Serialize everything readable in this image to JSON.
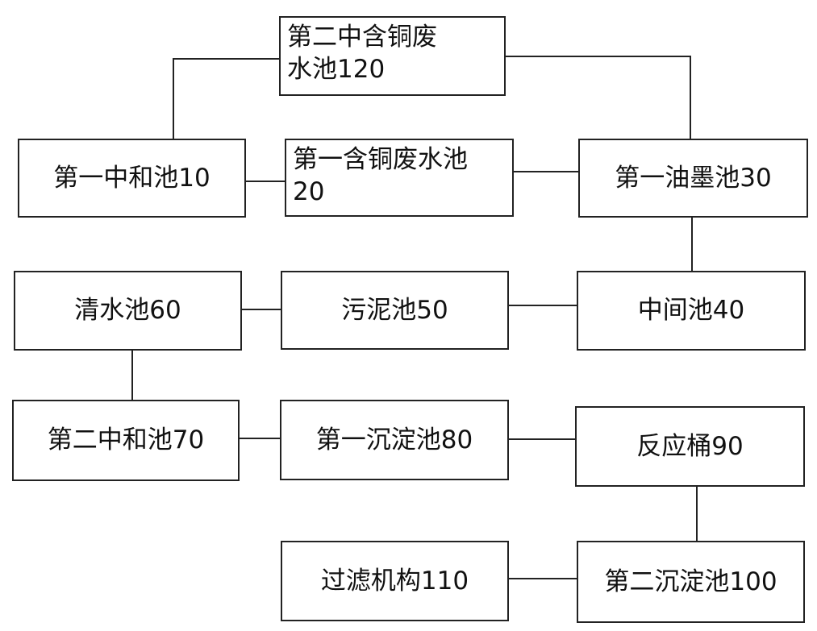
{
  "nodes": {
    "pool120": {
      "line1": "第二中含铜废",
      "line2": "水池120"
    },
    "pool10": {
      "label": "第一中和池10"
    },
    "pool20": {
      "line1": "第一含铜废水池",
      "line2": "20"
    },
    "pool30": {
      "label": "第一油墨池30"
    },
    "pool60": {
      "label": "清水池60"
    },
    "pool50": {
      "label": "污泥池50"
    },
    "pool40": {
      "label": "中间池40"
    },
    "pool70": {
      "label": "第二中和池70"
    },
    "pool80": {
      "label": "第一沉淀池80"
    },
    "tank90": {
      "label": "反应桶90"
    },
    "filter110": {
      "label": "过滤机构110"
    },
    "pool100": {
      "label": "第二沉淀池100"
    }
  },
  "colors": {
    "line": "#222222",
    "background": "#ffffff"
  }
}
